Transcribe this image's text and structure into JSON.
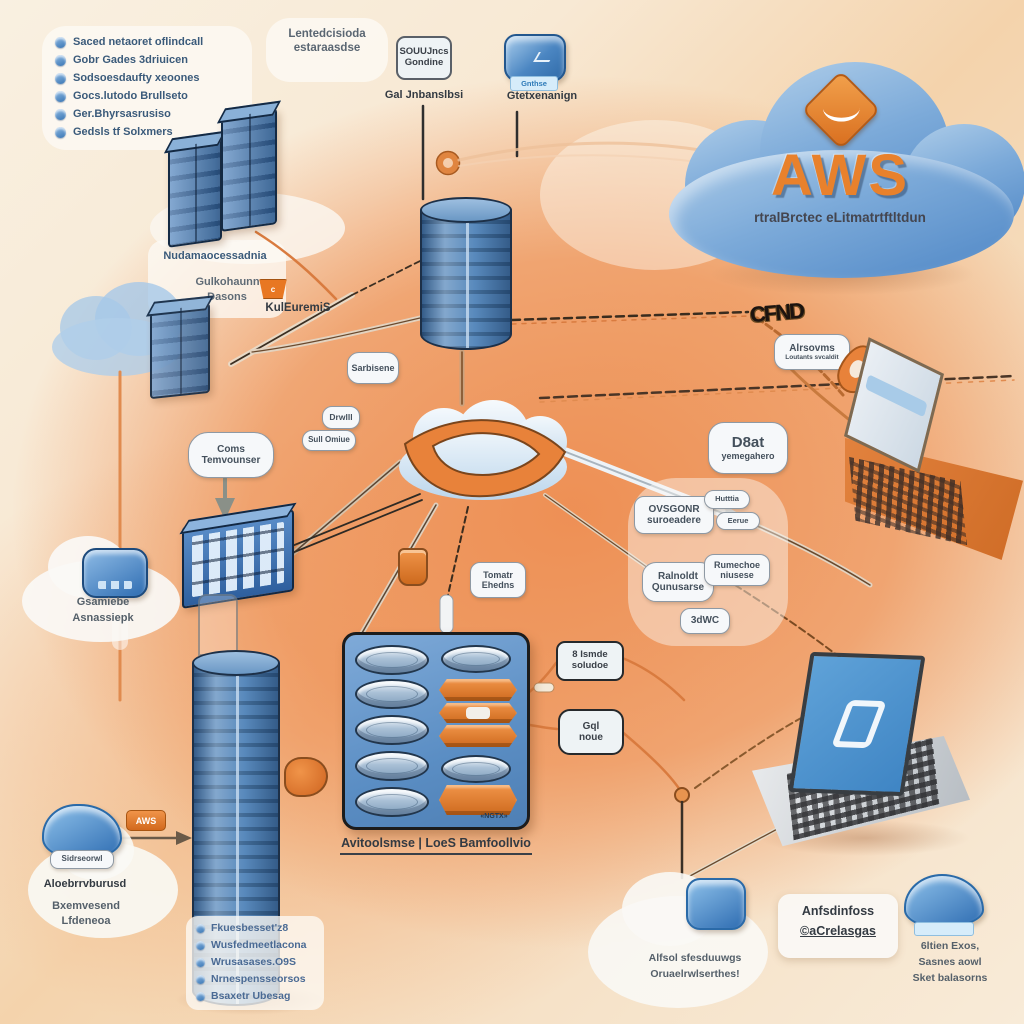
{
  "colors": {
    "accent_orange": "#E8802D",
    "aws_blue": "#4F87C6",
    "background_peach": "#EE9257",
    "bubble_bg": "#F6F8FA",
    "list_text": "#3A5A7A"
  },
  "top_left_list": {
    "items": [
      {
        "label": "Saced netaoret oflindcall"
      },
      {
        "label": "Gobr Gades 3driuicen"
      },
      {
        "label": "Sodsoesdaufty xeoones"
      },
      {
        "label": "Gocs.lutodo Brullseto"
      },
      {
        "label": "Ger.Bhyrsasrusiso"
      },
      {
        "label": "Gedsls tf Solxmers"
      }
    ]
  },
  "top_middle": {
    "caption_line1": "Lentedcisioda",
    "caption_line2": "estaraasdse",
    "box_line1": "SOUUJncs",
    "box_line2": "Gondine",
    "box_label": "Gal Jnbanslbsi",
    "device_band": "Gnthse",
    "device_label": "Gtetxenanign"
  },
  "aws_cloud": {
    "logo": "AWS",
    "subtitle": "rtralBrctec eLitmatrtftltdun"
  },
  "left_cluster": {
    "caption": "Nudamaocessadnia",
    "line1": "Gulkohaunnean",
    "line2": "Dasons",
    "bucket": "c",
    "side_label": "KulEuremiS"
  },
  "center": {
    "bubble_sarbisene": "Sarbisene",
    "bubble_drwl": "Drwlll",
    "bubble_sull": "Sull Omiue",
    "coms_line1": "Coms",
    "coms_line2": "Temvounser",
    "tomatr_line1": "Tomatr",
    "tomatr_line2": "Ehedns"
  },
  "right_cluster": {
    "lock": "CFND",
    "alrsovms_line1": "Alrsovms",
    "alrsovms_line2": "Loutants svcaldit",
    "d8at_line1": "D8at",
    "d8at_line2": "yemegahero",
    "ovsgonr_line1": "OVSGONR",
    "ovsgonr_line2": "suroeadere",
    "huttia": "Hutttia",
    "eerue": "Eerue",
    "ralnoldt_line1": "Ralnoldt",
    "ralnoldt_line2": "Qunusarse",
    "rumechoe_line1": "Rumechoe",
    "rumechoe_line2": "niusese",
    "sdwc": "3dWC"
  },
  "storage_panel": {
    "caption": "Avitoolsmse | LoeS Bamfoollvio",
    "corner_label": "«NGTX»"
  },
  "right_boxes": {
    "box1_line1": "8 Ismde",
    "box1_line2": "soludoe",
    "box2_line1": "Gql",
    "box2_line2": "noue"
  },
  "bottom_left": {
    "badge": "AWS",
    "bubble": "Sidrseorwl",
    "caption": "Aloebrrvburusd",
    "line1": "Bxemvesend",
    "line2": "Lfdeneoa",
    "router_line1": "Gsamiebe",
    "router_line2": "Asnassiepk"
  },
  "bottom_list": {
    "items": [
      {
        "label": "Fkuesbesset'z8"
      },
      {
        "label": "Wusfedmeetlacona"
      },
      {
        "label": "Wrusasases.O9S"
      },
      {
        "label": "Nrnespensseorsos"
      },
      {
        "label": "Bsaxetr Ubesag"
      }
    ]
  },
  "bottom_right": {
    "box_line1": "Anfsdinfoss",
    "box_line2": "©aCrelasgas",
    "blob_line1": "6ltien Exos,",
    "blob_line2": "Sasnes aowl",
    "blob_line3": "Sket balasorns",
    "cloud_line1": "Alfsol sfesduuwgs",
    "cloud_line2": "Oruaelrwlserthes!"
  }
}
